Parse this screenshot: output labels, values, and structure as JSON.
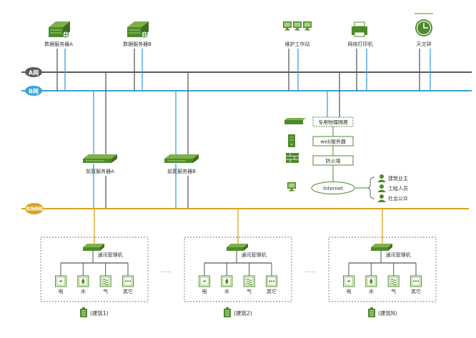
{
  "colors": {
    "net_a": "#5a5a5a",
    "net_b": "#3aa0d8",
    "field_bus": "#d8a520",
    "green": "#4d8a2c",
    "green_light": "#8cc152"
  },
  "networks": {
    "a_label": "A网",
    "b_label": "B网",
    "field_label": "现场网络"
  },
  "top_devices": {
    "data_server_a": "数据服务器A",
    "data_server_b": "数据服务器B",
    "maintenance_station": "维护工作站",
    "network_printer": "网络打印机",
    "astronomical_clock": "天文钟"
  },
  "front_servers": {
    "a": "前置服务器A",
    "b": "前置服务器B"
  },
  "web_chain": {
    "isolation": "专用物理隔离",
    "web_server": "web服务器",
    "firewall": "防火墙",
    "internet": "Internet"
  },
  "users": [
    "建筑业主",
    "工程人员",
    "社会公众"
  ],
  "building_panel": {
    "manager": "通讯管理机",
    "meters": [
      "电",
      "水",
      "气",
      "其它"
    ]
  },
  "buildings": [
    "(建筑1)",
    "(建筑2)",
    "(建筑N)"
  ],
  "ellipsis": "……"
}
